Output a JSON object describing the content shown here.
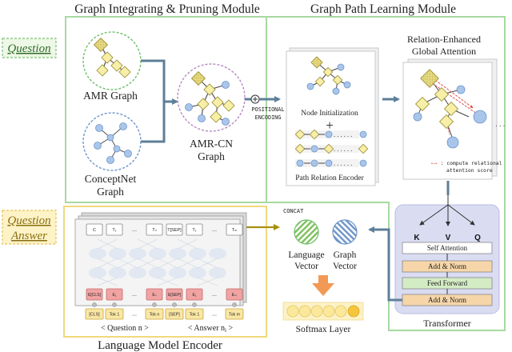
{
  "modules": {
    "gip": "Graph Integrating & Pruning Module",
    "gpl": "Graph Path Learning Module",
    "lme": "Language Model Encoder"
  },
  "tags": {
    "question": "Question",
    "question_answer_1": "Question",
    "question_answer_2": "Answer"
  },
  "graphs": {
    "amr": "AMR Graph",
    "conceptnet_1": "ConceptNet",
    "conceptnet_2": "Graph",
    "amrcn_1": "AMR-CN",
    "amrcn_2": "Graph"
  },
  "positional": {
    "line1": "POSITIONAL",
    "line2": "ENCODING"
  },
  "path_learning": {
    "node_init": "Node Initialization",
    "plus": "+",
    "path_relation": "Path Relation Encoder",
    "global_attention_1": "Relation-Enhanced",
    "global_attention_2": "Global Attention",
    "relational_note_1": "←→ : compute relational",
    "relational_note_2": "attention score",
    "dots": "......"
  },
  "concat": {
    "label": "CONCAT",
    "language_1": "Language",
    "language_2": "Vector",
    "graph_1": "Graph",
    "graph_2": "Vector",
    "softmax": "Softmax Layer"
  },
  "transformer": {
    "k": "K",
    "v": "V",
    "q": "Q",
    "self_attention": "Self Attention",
    "add_norm_top": "Add & Norm",
    "feed_forward": "Feed Forward",
    "add_norm_bottom": "Add & Norm",
    "title": "Transformer"
  },
  "encoder": {
    "top_tokens": [
      "C",
      "T₁",
      "...",
      "Tₙ",
      "T[SEP]",
      "T₁",
      "...",
      "Tₘ"
    ],
    "emb_tokens": [
      "E[CLS]",
      "E₁",
      "...",
      "Eₙ",
      "E[SEP]",
      "E₁",
      "...",
      "Eₘ"
    ],
    "input_tokens": [
      "[CLS]",
      "Tok 1",
      "...",
      "Tok n",
      "[SEP]",
      "Tok 1",
      "...",
      "Tok m"
    ],
    "question_span": "< Question n >",
    "answer_span": "< Answer n",
    "answer_sub": "i",
    "answer_close": ">"
  },
  "colors": {
    "module_border": "#a7d9a0",
    "arrow": "#5e7f98",
    "node_blue": "#a9c6ea",
    "node_yellow": "#f7efa8",
    "token_gold": "#fae7a5",
    "emb_red": "#f1a3a3",
    "orange": "#f29a55",
    "tag_green_bg": "#eef8e6",
    "tag_yellow_bg": "#fdf3c6",
    "transformer_bg": "#dadcf2",
    "add_norm": "#f6d6a9",
    "feed_forward": "#d4ecc4"
  }
}
